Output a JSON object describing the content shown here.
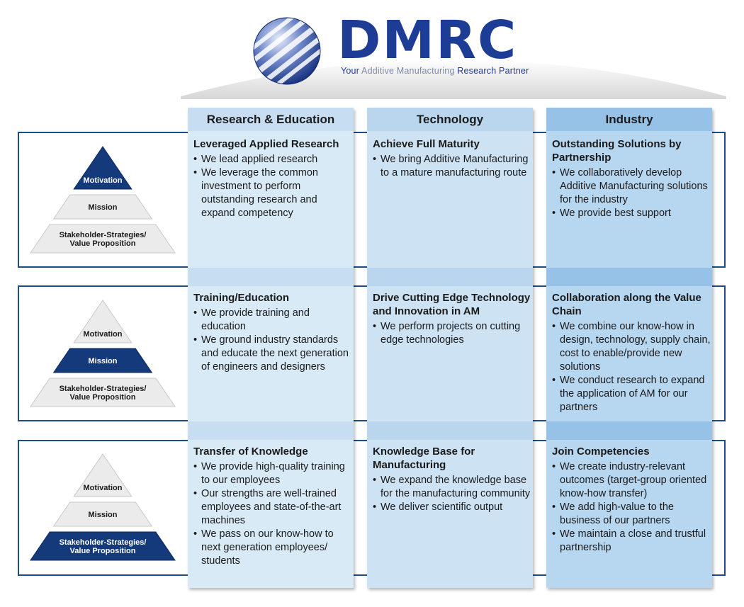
{
  "logo": {
    "wordmark": "DMRC",
    "tagline_parts": [
      "Your ",
      "Additive Manufacturing ",
      "Research Partner"
    ]
  },
  "colors": {
    "navy": "#1c3c96",
    "frame": "#1d4c8c",
    "pyramid_active": "#143a7c",
    "pyramid_inactive": "#ebebeb"
  },
  "columns": [
    {
      "title": "Research & Education",
      "cells": [
        {
          "title": "Leveraged Applied Research",
          "bullets": [
            "We lead applied research",
            "We leverage the common investment to perform outstanding research and expand competency"
          ]
        },
        {
          "title": "Training/Education",
          "bullets": [
            "We provide training and education",
            "We ground industry standards and educate the next generation of engineers and designers"
          ]
        },
        {
          "title": "Transfer of Knowledge",
          "bullets": [
            "We provide high-quality training to our employees",
            "Our strengths are well-trained employees and state-of-the-art machines",
            "We pass on our know-how to next generation employees/ students"
          ]
        }
      ]
    },
    {
      "title": "Technology",
      "cells": [
        {
          "title": "Achieve Full Maturity",
          "bullets": [
            "We bring Additive Manufacturing to a mature manufacturing route"
          ]
        },
        {
          "title": "Drive Cutting Edge Technology and Innovation in AM",
          "bullets": [
            "We perform projects on cutting edge technologies"
          ]
        },
        {
          "title": "Knowledge Base for Manufacturing",
          "bullets": [
            "We expand the knowledge base for the manufacturing community",
            "We deliver scientific output"
          ]
        }
      ]
    },
    {
      "title": "Industry",
      "cells": [
        {
          "title": "Outstanding Solutions by Partnership",
          "bullets": [
            "We collaboratively develop Additive Manufacturing solutions for the industry",
            "We provide best support"
          ]
        },
        {
          "title": "Collaboration along the Value Chain",
          "bullets": [
            "We combine our know-how in design, technology, supply chain, cost to enable/provide new solutions",
            "We conduct research to expand the application of AM for our partners"
          ]
        },
        {
          "title": "Join Competencies",
          "bullets": [
            "We create industry-relevant outcomes (target-group oriented know-how transfer)",
            "We add high-value to the business of our partners",
            "We maintain a close and trustful partnership"
          ]
        }
      ]
    }
  ],
  "pyramid": {
    "levels": [
      {
        "label": "Motivation"
      },
      {
        "label": "Mission"
      },
      {
        "label_lines": [
          "Stakeholder-Strategies/",
          "Value Proposition"
        ]
      }
    ],
    "active_level_per_row": [
      0,
      1,
      2
    ]
  }
}
